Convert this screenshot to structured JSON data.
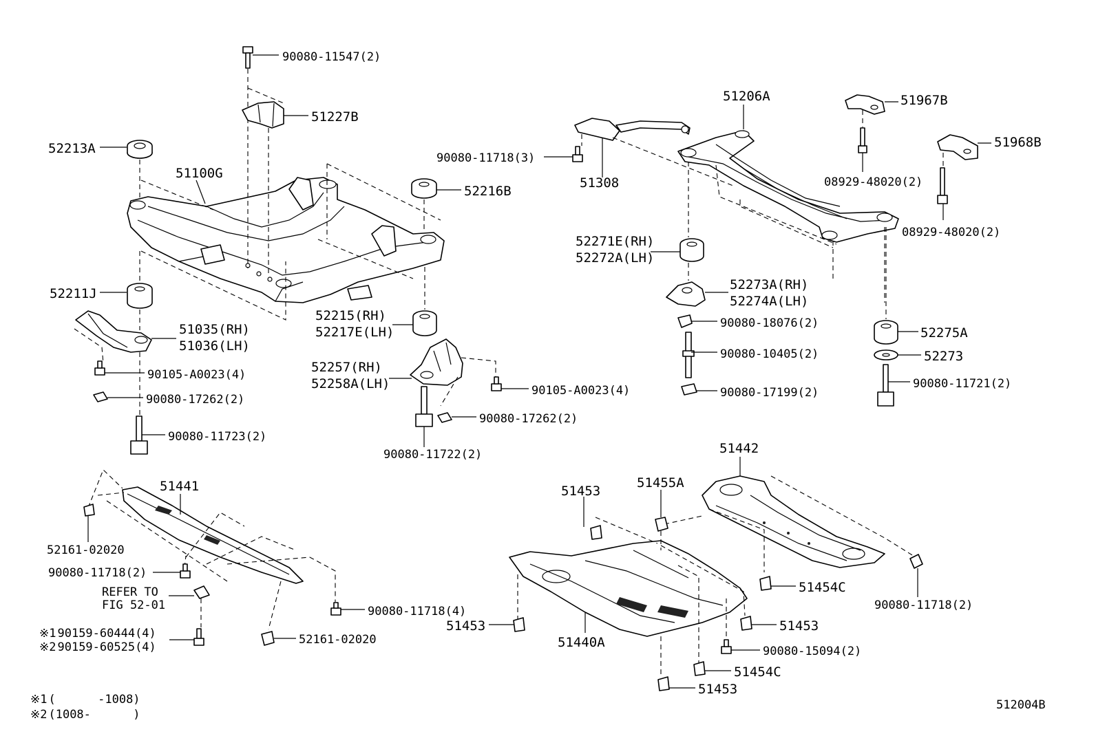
{
  "diagram_id": "512004B",
  "notes": [
    {
      "mark": "※1",
      "text": "(      -1008)"
    },
    {
      "mark": "※2",
      "text": "(1008-      )"
    }
  ],
  "labels": {
    "l01": "90080-11547(2)",
    "l02": "51227B",
    "l03": "52213A",
    "l04": "51100G",
    "l05": "52216B",
    "l06": "52211J",
    "l07": "51035(RH)",
    "l08": "51036(LH)",
    "l09": "90105-A0023(4)",
    "l10": "90080-17262(2)",
    "l11": "90080-11723(2)",
    "l12": "52215(RH)",
    "l13": "52217E(LH)",
    "l14": "52257(RH)",
    "l15": "52258A(LH)",
    "l16": "90105-A0023(4)",
    "l17": "90080-17262(2)",
    "l18": "90080-11722(2)",
    "l19": "51206A",
    "l20": "51967B",
    "l21": "51968B",
    "l22": "90080-11718(3)",
    "l23": "51308",
    "l24": "08929-48020(2)",
    "l25": "08929-48020(2)",
    "l26": "52271E(RH)",
    "l27": "52272A(LH)",
    "l28": "52273A(RH)",
    "l29": "52274A(LH)",
    "l30": "90080-18076(2)",
    "l31": "90080-10405(2)",
    "l32": "90080-17199(2)",
    "l33": "52275A",
    "l34": "52273",
    "l35": "90080-11721(2)",
    "l36": "51441",
    "l37": "52161-02020",
    "l38": "90080-11718(2)",
    "l39": "REFER TO",
    "l40": "FIG 52-01",
    "l41": "90159-60444(4)",
    "l42": "90159-60525(4)",
    "l43": "90080-11718(4)",
    "l44": "52161-02020",
    "l45": "51442",
    "l46": "51453",
    "l47": "51455A",
    "l48": "51453",
    "l49": "51440A",
    "l50": "51454C",
    "l51": "51453",
    "l52": "90080-15094(2)",
    "l53": "51454C",
    "l54": "51453",
    "l55": "90080-11718(2)"
  },
  "footnote_marks": {
    "m1": "※1",
    "m2": "※2"
  }
}
